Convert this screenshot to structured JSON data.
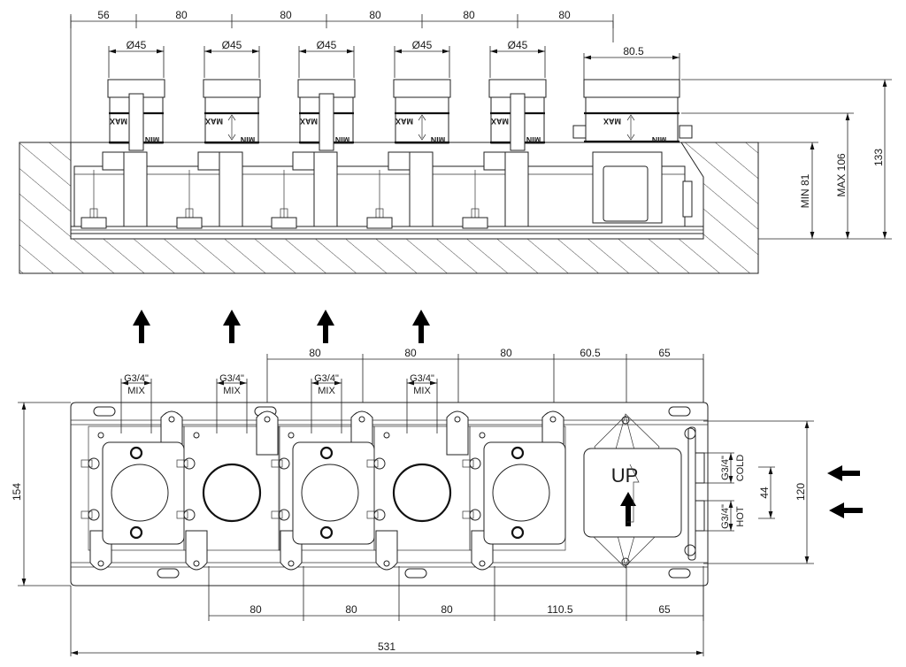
{
  "top_view": {
    "spacing_dims": [
      "56",
      "80",
      "80",
      "80",
      "80",
      "80"
    ],
    "cartridge_diameter_labels": [
      "Ø45",
      "Ø45",
      "Ø45",
      "Ø45",
      "Ø45"
    ],
    "module_width_label": "80.5",
    "cartridge_max_label": "MAX",
    "cartridge_min_label": "MIN",
    "depth_min_label": "MIN 81",
    "depth_max_label": "MAX 106",
    "total_height_label": "133"
  },
  "front_view": {
    "top_dims": [
      "80",
      "80",
      "80",
      "60.5",
      "65"
    ],
    "outlet_labels": [
      {
        "thread": "G3/4\"",
        "type": "MIX"
      },
      {
        "thread": "G3/4\"",
        "type": "MIX"
      },
      {
        "thread": "G3/4\"",
        "type": "MIX"
      },
      {
        "thread": "G3/4\"",
        "type": "MIX"
      }
    ],
    "inlet_labels": [
      {
        "thread": "G3/4\"",
        "type": "COLD"
      },
      {
        "thread": "G3/4\"",
        "type": "HOT"
      }
    ],
    "inlet_spacing_label": "44",
    "bracket_height_label": "120",
    "total_height_label": "154",
    "bottom_dims": [
      "80",
      "80",
      "80",
      "110.5",
      "65"
    ],
    "total_width_label": "531",
    "up_label": "UP",
    "outlet_arrow_count": 4,
    "inlet_arrow_count": 2
  },
  "icons": {
    "outlet_arrow": "arrow-up-icon",
    "inlet_arrow": "arrow-left-icon",
    "up_arrow": "arrow-up-icon"
  }
}
